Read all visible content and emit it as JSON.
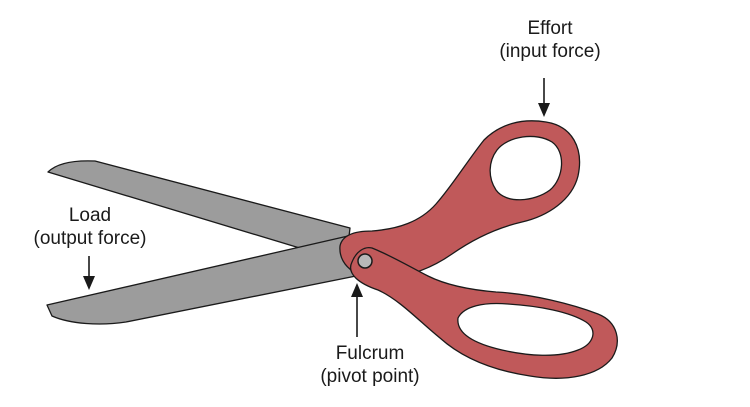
{
  "labels": {
    "effort": {
      "title": "Effort",
      "subtitle": "(input force)"
    },
    "load": {
      "title": "Load",
      "subtitle": "(output force)"
    },
    "fulcrum": {
      "title": "Fulcrum",
      "subtitle": "(pivot point)"
    }
  },
  "colors": {
    "blade": "#9c9c9c",
    "handle": "#c0595a",
    "outline": "#1a1a1a",
    "pivot": "#b8b8b8"
  }
}
